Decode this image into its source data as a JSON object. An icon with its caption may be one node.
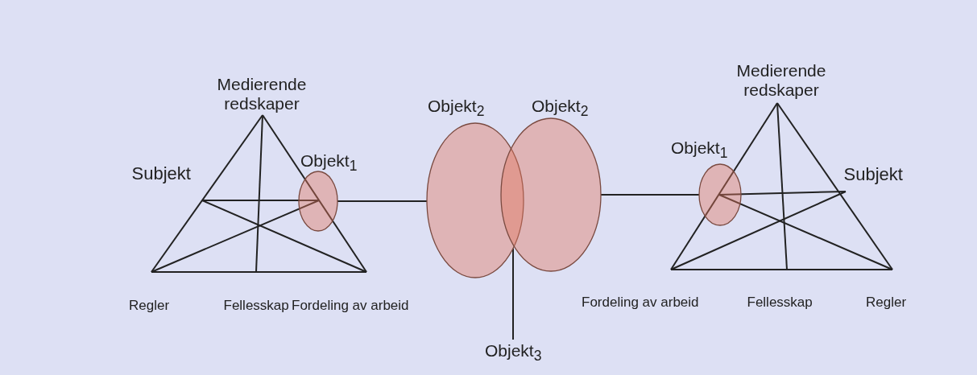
{
  "diagram": {
    "nodes": [
      {
        "text": [
          "Objekt$_{1}$"
        ]
      },
      {
        "text": [
          "Objekt$_{2}$"
        ]
      },
      {
        "text": [
          "Objekt$_{2}$"
        ]
      },
      {
        "text": [
          "Objekt$_{1}$"
        ]
      },
      {
        "text": [
          "Objekt$_{3}$"
        ]
      }
    ],
    "edges": [
      {
        "from": 0,
        "to": 1,
        "arrow": "none"
      },
      {
        "from": 2,
        "to": 3,
        "arrow": "none"
      },
      {
        "from": 4,
        "to": 1,
        "arrow": "none"
      }
    ],
    "labels": [
      "Medierende redskaper",
      "Medierende redskaper",
      "Subjekt",
      "Subjekt",
      "Regler",
      "Fellesskap",
      "Fordeling av arbeid",
      "Fordeling av arbeid",
      "Fellesskap",
      "Regler"
    ]
  }
}
